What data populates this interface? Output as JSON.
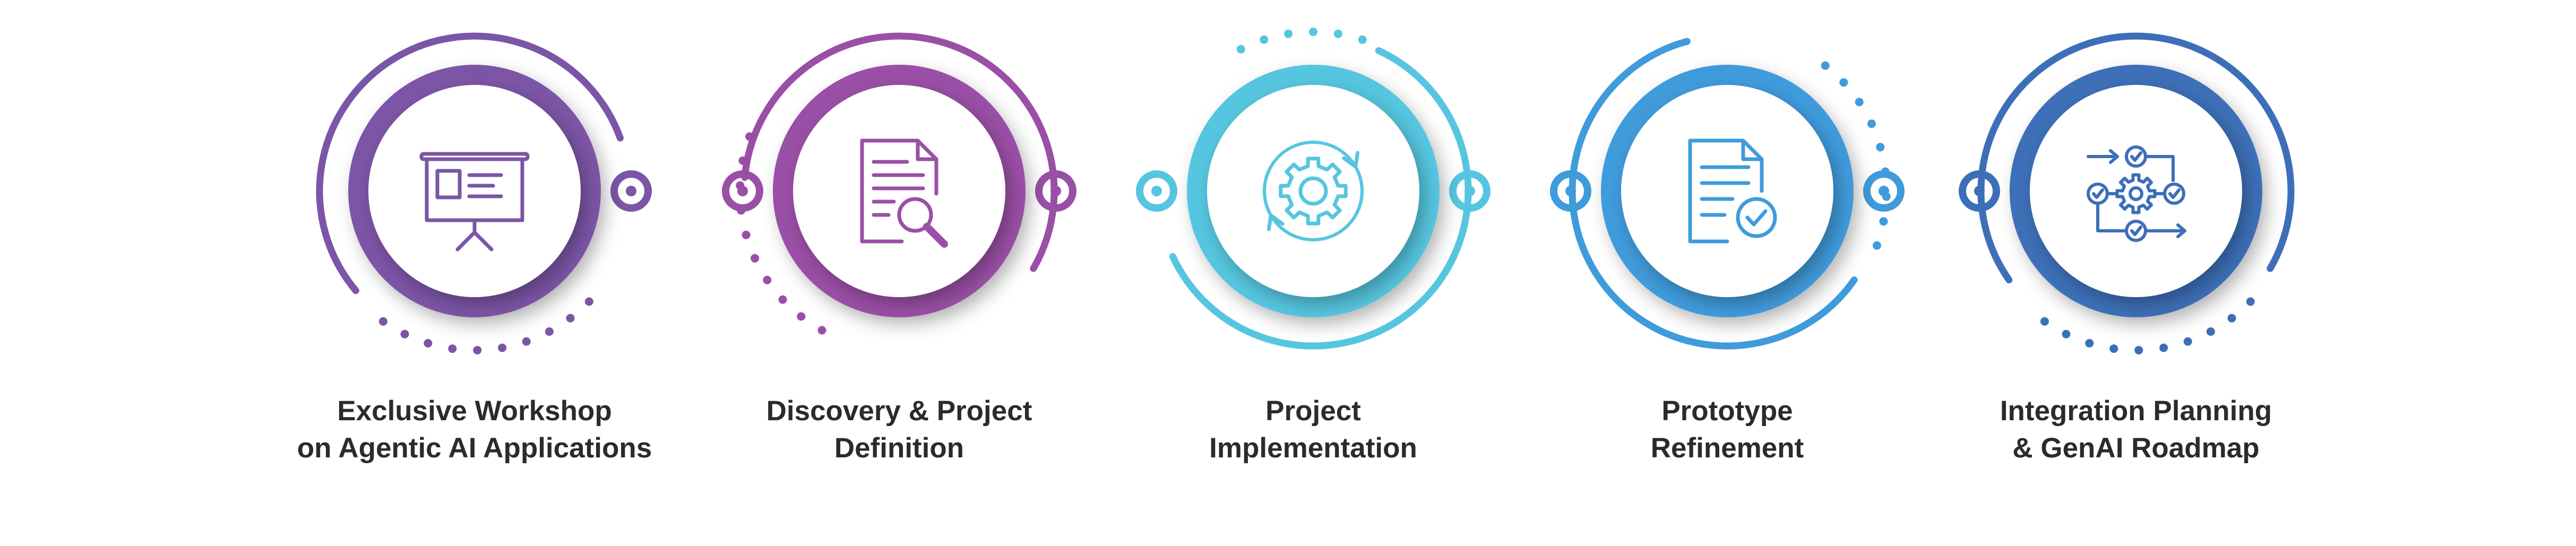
{
  "steps": [
    {
      "label_line1": "Exclusive Workshop",
      "label_line2": "on Agentic AI Applications",
      "icon": "presentation-board-icon",
      "color": "#7b55a6"
    },
    {
      "label_line1": "Discovery & Project",
      "label_line2": "Definition",
      "icon": "document-search-icon",
      "color": "#9a4fa6"
    },
    {
      "label_line1": "Project",
      "label_line2": "Implementation",
      "icon": "gear-cycle-icon",
      "color": "#56c6e0"
    },
    {
      "label_line1": "Prototype",
      "label_line2": "Refinement",
      "icon": "document-check-icon",
      "color": "#3f9bdc"
    },
    {
      "label_line1": "Integration Planning",
      "label_line2": "& GenAI Roadmap",
      "icon": "workflow-gears-icon",
      "color": "#3d6fb8"
    }
  ]
}
